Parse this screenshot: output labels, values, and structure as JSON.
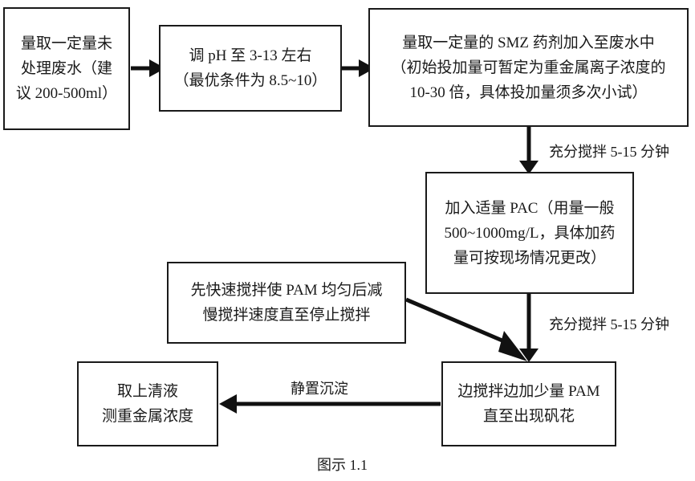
{
  "diagram": {
    "caption": "图示 1.1",
    "nodes": [
      {
        "id": "sample-wastewater",
        "lines": [
          "量取一定量未",
          "处理废水（建",
          "议 200-500ml）"
        ]
      },
      {
        "id": "adjust-ph",
        "lines": [
          "调 pH 至 3-13 左右",
          "（最优条件为 8.5~10）"
        ]
      },
      {
        "id": "add-smz",
        "lines": [
          "量取一定量的 SMZ 药剂加入至废水中",
          "（初始投加量可暂定为重金属离子浓度的",
          "10-30 倍，具体投加量须多次小试）"
        ]
      },
      {
        "id": "add-pac",
        "lines": [
          "加入适量 PAC（用量一般",
          "500~1000mg/L，具体加药",
          "量可按现场情况更改）"
        ]
      },
      {
        "id": "stir-pam-speed",
        "lines": [
          "先快速搅拌使 PAM 均匀后减",
          "慢搅拌速度直至停止搅拌"
        ]
      },
      {
        "id": "add-pam",
        "lines": [
          "边搅拌边加少量 PAM",
          "直至出现矾花"
        ]
      },
      {
        "id": "measure-supernatant",
        "lines": [
          "取上清液",
          "测重金属浓度"
        ]
      }
    ],
    "edge_labels": [
      {
        "id": "stir-label-1",
        "text": "充分搅拌 5-15 分钟"
      },
      {
        "id": "stir-label-2",
        "text": "充分搅拌 5-15 分钟"
      },
      {
        "id": "settle-label",
        "text": "静置沉淀"
      }
    ]
  }
}
